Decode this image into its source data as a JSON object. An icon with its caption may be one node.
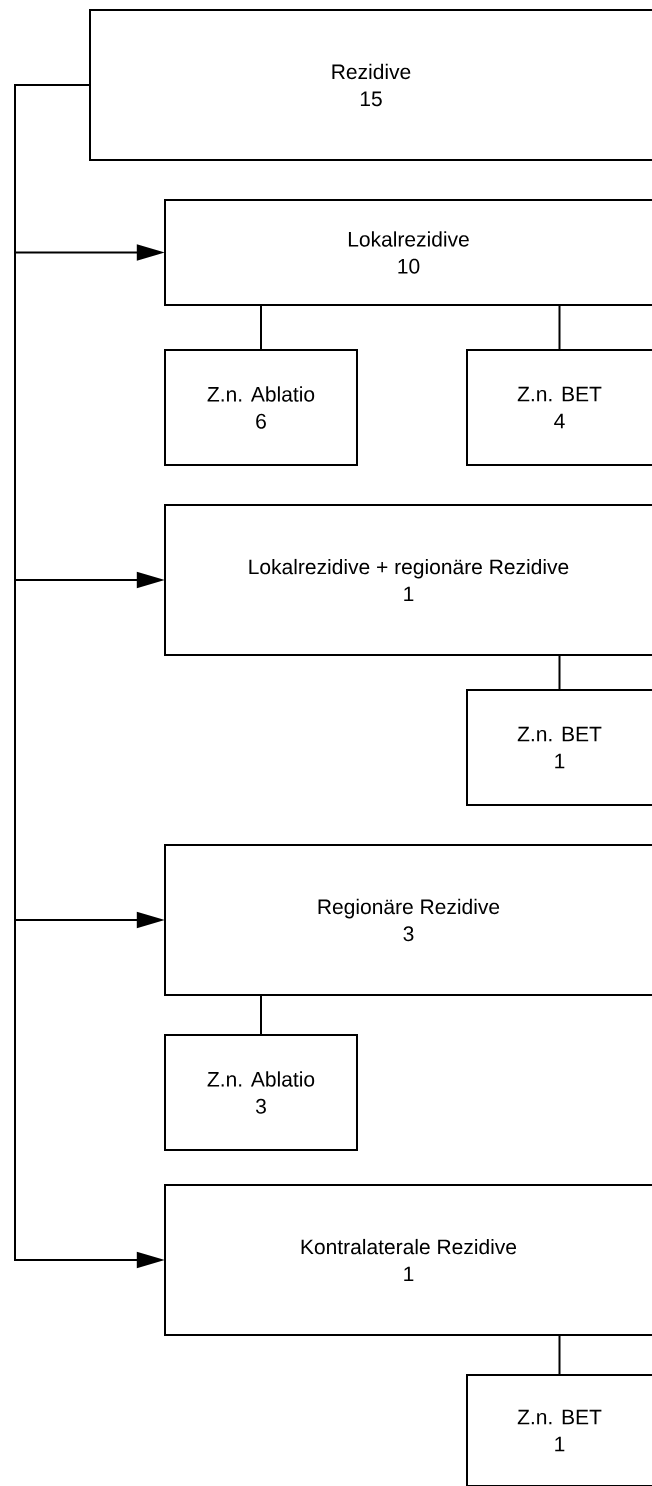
{
  "diagram": {
    "nodes": [
      {
        "text": [
          "Rezidive",
          "15"
        ]
      },
      {
        "text": [
          "Lokalrezidive",
          "10"
        ]
      },
      {
        "text": [
          "Z.n. Ablatio",
          "6"
        ]
      },
      {
        "text": [
          "Z.n. BET",
          "4"
        ]
      },
      {
        "text": [
          "Lokalrezidive + regionäre Rezidive",
          "1"
        ]
      },
      {
        "text": [
          "Z.n. BET",
          "1"
        ]
      },
      {
        "text": [
          "Regionäre Rezidive",
          "3"
        ]
      },
      {
        "text": [
          "Z.n. Ablatio",
          "3"
        ]
      },
      {
        "text": [
          "Kontralaterale Rezidive",
          "1"
        ]
      },
      {
        "text": [
          "Z.n. BET",
          "1"
        ]
      }
    ],
    "edges": [
      {
        "from": 0,
        "to": 1,
        "arrow": "to"
      },
      {
        "from": 0,
        "to": 4,
        "arrow": "to"
      },
      {
        "from": 0,
        "to": 6,
        "arrow": "to"
      },
      {
        "from": 0,
        "to": 8,
        "arrow": "to"
      },
      {
        "from": 1,
        "to": 2,
        "arrow": "none"
      },
      {
        "from": 1,
        "to": 3,
        "arrow": "none"
      },
      {
        "from": 4,
        "to": 5,
        "arrow": "none"
      },
      {
        "from": 6,
        "to": 7,
        "arrow": "none"
      },
      {
        "from": 8,
        "to": 9,
        "arrow": "none"
      }
    ]
  }
}
